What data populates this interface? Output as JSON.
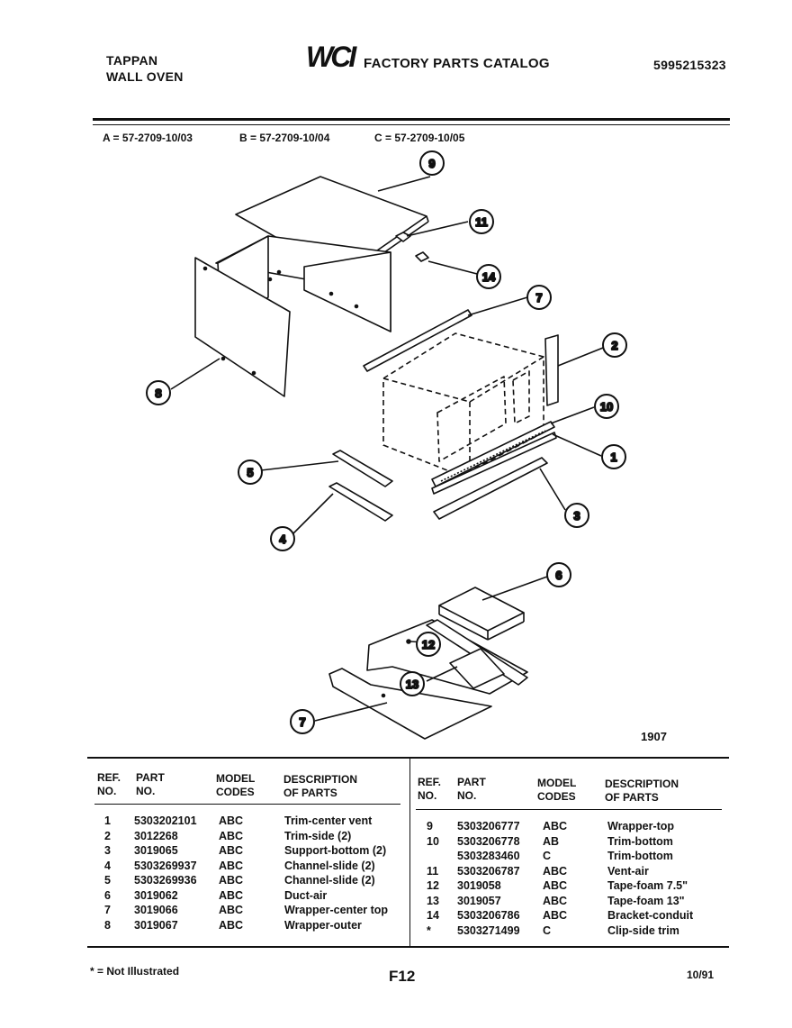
{
  "header": {
    "brand_line1": "TAPPAN",
    "brand_line2": "WALL OVEN",
    "logo_text": "WCI",
    "catalog_title": "FACTORY PARTS CATALOG",
    "doc_number": "5995215323"
  },
  "models": {
    "a": "A = 57-2709-10/03",
    "b": "B = 57-2709-10/04",
    "c": "C = 57-2709-10/05"
  },
  "diagram": {
    "callouts": [
      "1",
      "2",
      "3",
      "4",
      "5",
      "6",
      "7",
      "8",
      "9",
      "10",
      "11",
      "12",
      "13",
      "14",
      "7"
    ],
    "figure_number": "1907"
  },
  "table": {
    "headers": {
      "ref_1": "REF.",
      "ref_2": "NO.",
      "part_1": "PART",
      "part_2": "NO.",
      "model_1": "MODEL",
      "model_2": "CODES",
      "desc_1": "DESCRIPTION",
      "desc_2": "OF PARTS"
    },
    "left": {
      "refs": [
        "1",
        "2",
        "3",
        "4",
        "5",
        "6",
        "7",
        "8"
      ],
      "parts": [
        "5303202101",
        "3012268",
        "3019065",
        "5303269937",
        "5303269936",
        "3019062",
        "3019066",
        "3019067"
      ],
      "codes": [
        "ABC",
        "ABC",
        "ABC",
        "ABC",
        "ABC",
        "ABC",
        "ABC",
        "ABC"
      ],
      "descs": [
        "Trim-center vent",
        "Trim-side (2)",
        "Support-bottom (2)",
        "Channel-slide (2)",
        "Channel-slide (2)",
        "Duct-air",
        "Wrapper-center top",
        "Wrapper-outer"
      ]
    },
    "right": {
      "refs": [
        "9",
        "10",
        "",
        "11",
        "12",
        "13",
        "14",
        "*"
      ],
      "parts": [
        "5303206777",
        "5303206778",
        "5303283460",
        "5303206787",
        "3019058",
        "3019057",
        "5303206786",
        "5303271499"
      ],
      "codes": [
        "ABC",
        "AB",
        "C",
        "ABC",
        "ABC",
        "ABC",
        "ABC",
        "C"
      ],
      "descs": [
        "Wrapper-top",
        "Trim-bottom",
        "Trim-bottom",
        "Vent-air",
        "Tape-foam 7.5\"",
        "Tape-foam 13\"",
        "Bracket-conduit",
        "Clip-side trim"
      ]
    }
  },
  "footer": {
    "footnote": "* = Not Illustrated",
    "page": "F12",
    "date": "10/91"
  }
}
